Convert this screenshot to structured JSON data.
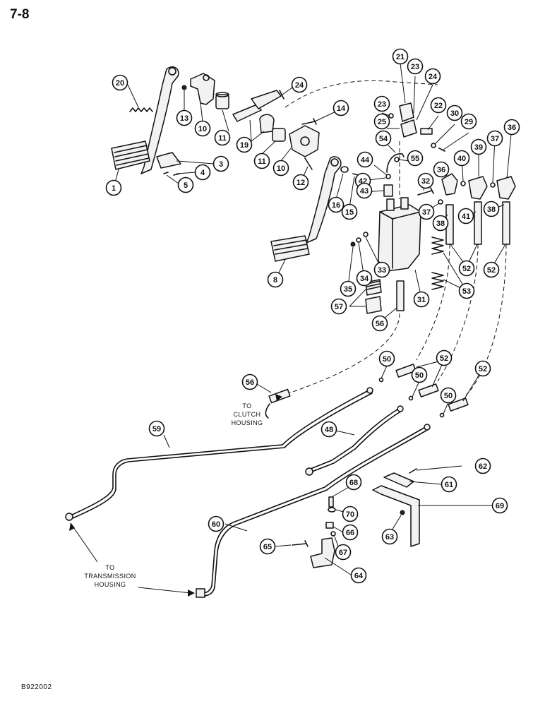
{
  "page_number": "7-8",
  "figure_code": "B922002",
  "notes": {
    "clutch_housing": [
      "TO",
      "CLUTCH",
      "HOUSING"
    ],
    "transmission_housing": [
      "TO",
      "TRANSMISSION",
      "HOUSING"
    ]
  },
  "callouts": [
    {
      "label": "20"
    },
    {
      "label": "13"
    },
    {
      "label": "10"
    },
    {
      "label": "11"
    },
    {
      "label": "19"
    },
    {
      "label": "24"
    },
    {
      "label": "14"
    },
    {
      "label": "3"
    },
    {
      "label": "4"
    },
    {
      "label": "5"
    },
    {
      "label": "1"
    },
    {
      "label": "11"
    },
    {
      "label": "10"
    },
    {
      "label": "12"
    },
    {
      "label": "16"
    },
    {
      "label": "15"
    },
    {
      "label": "8"
    },
    {
      "label": "21"
    },
    {
      "label": "23"
    },
    {
      "label": "24"
    },
    {
      "label": "23"
    },
    {
      "label": "22"
    },
    {
      "label": "30"
    },
    {
      "label": "29"
    },
    {
      "label": "25"
    },
    {
      "label": "54"
    },
    {
      "label": "55"
    },
    {
      "label": "44"
    },
    {
      "label": "42"
    },
    {
      "label": "43"
    },
    {
      "label": "32"
    },
    {
      "label": "36"
    },
    {
      "label": "40"
    },
    {
      "label": "39"
    },
    {
      "label": "37"
    },
    {
      "label": "36"
    },
    {
      "label": "37"
    },
    {
      "label": "38"
    },
    {
      "label": "41"
    },
    {
      "label": "38"
    },
    {
      "label": "52"
    },
    {
      "label": "52"
    },
    {
      "label": "53"
    },
    {
      "label": "31"
    },
    {
      "label": "35"
    },
    {
      "label": "34"
    },
    {
      "label": "33"
    },
    {
      "label": "57"
    },
    {
      "label": "56"
    },
    {
      "label": "50"
    },
    {
      "label": "52"
    },
    {
      "label": "50"
    },
    {
      "label": "52"
    },
    {
      "label": "50"
    },
    {
      "label": "56"
    },
    {
      "label": "59"
    },
    {
      "label": "48"
    },
    {
      "label": "62"
    },
    {
      "label": "61"
    },
    {
      "label": "68"
    },
    {
      "label": "69"
    },
    {
      "label": "70"
    },
    {
      "label": "60"
    },
    {
      "label": "66"
    },
    {
      "label": "63"
    },
    {
      "label": "67"
    },
    {
      "label": "65"
    },
    {
      "label": "64"
    }
  ]
}
